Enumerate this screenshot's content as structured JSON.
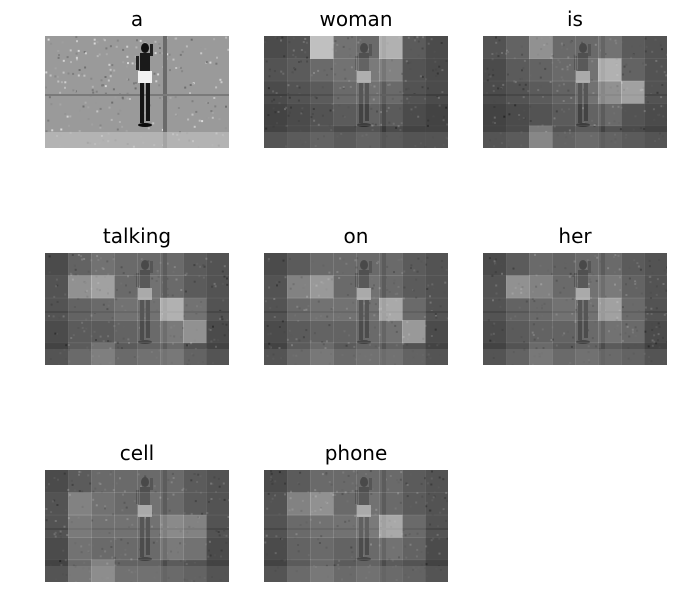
{
  "panels": [
    {
      "word": "a",
      "attention": null
    },
    {
      "word": "woman",
      "attention": [
        [
          0.1,
          0.15,
          0.85,
          0.35,
          0.3,
          0.75,
          0.2,
          0.1
        ],
        [
          0.15,
          0.2,
          0.3,
          0.35,
          0.4,
          0.45,
          0.15,
          0.1
        ],
        [
          0.1,
          0.15,
          0.2,
          0.3,
          0.35,
          0.3,
          0.15,
          0.1
        ],
        [
          0.05,
          0.1,
          0.15,
          0.2,
          0.25,
          0.2,
          0.1,
          0.05
        ],
        [
          0.05,
          0.1,
          0.15,
          0.1,
          0.15,
          0.1,
          0.05,
          0.05
        ]
      ]
    },
    {
      "word": "is",
      "attention": [
        [
          0.15,
          0.25,
          0.55,
          0.3,
          0.3,
          0.35,
          0.2,
          0.15
        ],
        [
          0.1,
          0.2,
          0.25,
          0.3,
          0.35,
          0.75,
          0.25,
          0.15
        ],
        [
          0.1,
          0.15,
          0.2,
          0.25,
          0.35,
          0.55,
          0.65,
          0.15
        ],
        [
          0.05,
          0.1,
          0.15,
          0.2,
          0.25,
          0.3,
          0.15,
          0.1
        ],
        [
          0.05,
          0.1,
          0.4,
          0.15,
          0.2,
          0.15,
          0.1,
          0.05
        ]
      ]
    },
    {
      "word": "talking",
      "attention": [
        [
          0.1,
          0.25,
          0.35,
          0.3,
          0.3,
          0.3,
          0.2,
          0.15
        ],
        [
          0.15,
          0.55,
          0.65,
          0.3,
          0.35,
          0.3,
          0.2,
          0.15
        ],
        [
          0.15,
          0.25,
          0.3,
          0.35,
          0.35,
          0.75,
          0.35,
          0.15
        ],
        [
          0.1,
          0.2,
          0.2,
          0.25,
          0.3,
          0.4,
          0.55,
          0.1
        ],
        [
          0.05,
          0.2,
          0.35,
          0.2,
          0.25,
          0.3,
          0.15,
          0.05
        ]
      ]
    },
    {
      "word": "on",
      "attention": [
        [
          0.1,
          0.2,
          0.3,
          0.3,
          0.3,
          0.3,
          0.2,
          0.15
        ],
        [
          0.15,
          0.45,
          0.6,
          0.3,
          0.35,
          0.3,
          0.2,
          0.15
        ],
        [
          0.15,
          0.3,
          0.35,
          0.35,
          0.35,
          0.7,
          0.3,
          0.15
        ],
        [
          0.1,
          0.2,
          0.25,
          0.25,
          0.3,
          0.35,
          0.6,
          0.1
        ],
        [
          0.05,
          0.2,
          0.3,
          0.2,
          0.25,
          0.25,
          0.15,
          0.05
        ]
      ]
    },
    {
      "word": "her",
      "attention": [
        [
          0.1,
          0.2,
          0.3,
          0.25,
          0.3,
          0.3,
          0.2,
          0.15
        ],
        [
          0.15,
          0.55,
          0.45,
          0.3,
          0.35,
          0.4,
          0.25,
          0.15
        ],
        [
          0.15,
          0.25,
          0.3,
          0.35,
          0.35,
          0.65,
          0.3,
          0.15
        ],
        [
          0.1,
          0.2,
          0.25,
          0.25,
          0.3,
          0.35,
          0.3,
          0.1
        ],
        [
          0.05,
          0.15,
          0.3,
          0.2,
          0.25,
          0.2,
          0.15,
          0.05
        ]
      ]
    },
    {
      "word": "cell",
      "attention": [
        [
          0.1,
          0.2,
          0.3,
          0.3,
          0.3,
          0.3,
          0.2,
          0.15
        ],
        [
          0.15,
          0.45,
          0.35,
          0.3,
          0.35,
          0.3,
          0.2,
          0.15
        ],
        [
          0.15,
          0.4,
          0.35,
          0.35,
          0.35,
          0.5,
          0.45,
          0.15
        ],
        [
          0.1,
          0.35,
          0.3,
          0.3,
          0.3,
          0.4,
          0.35,
          0.1
        ],
        [
          0.05,
          0.3,
          0.45,
          0.25,
          0.25,
          0.2,
          0.15,
          0.05
        ]
      ]
    },
    {
      "word": "phone",
      "attention": [
        [
          0.1,
          0.2,
          0.3,
          0.3,
          0.3,
          0.3,
          0.2,
          0.15
        ],
        [
          0.15,
          0.45,
          0.55,
          0.3,
          0.35,
          0.3,
          0.2,
          0.15
        ],
        [
          0.15,
          0.3,
          0.35,
          0.35,
          0.4,
          0.7,
          0.3,
          0.15
        ],
        [
          0.1,
          0.25,
          0.3,
          0.25,
          0.3,
          0.35,
          0.25,
          0.1
        ],
        [
          0.05,
          0.2,
          0.3,
          0.2,
          0.25,
          0.2,
          0.15,
          0.05
        ]
      ]
    }
  ]
}
